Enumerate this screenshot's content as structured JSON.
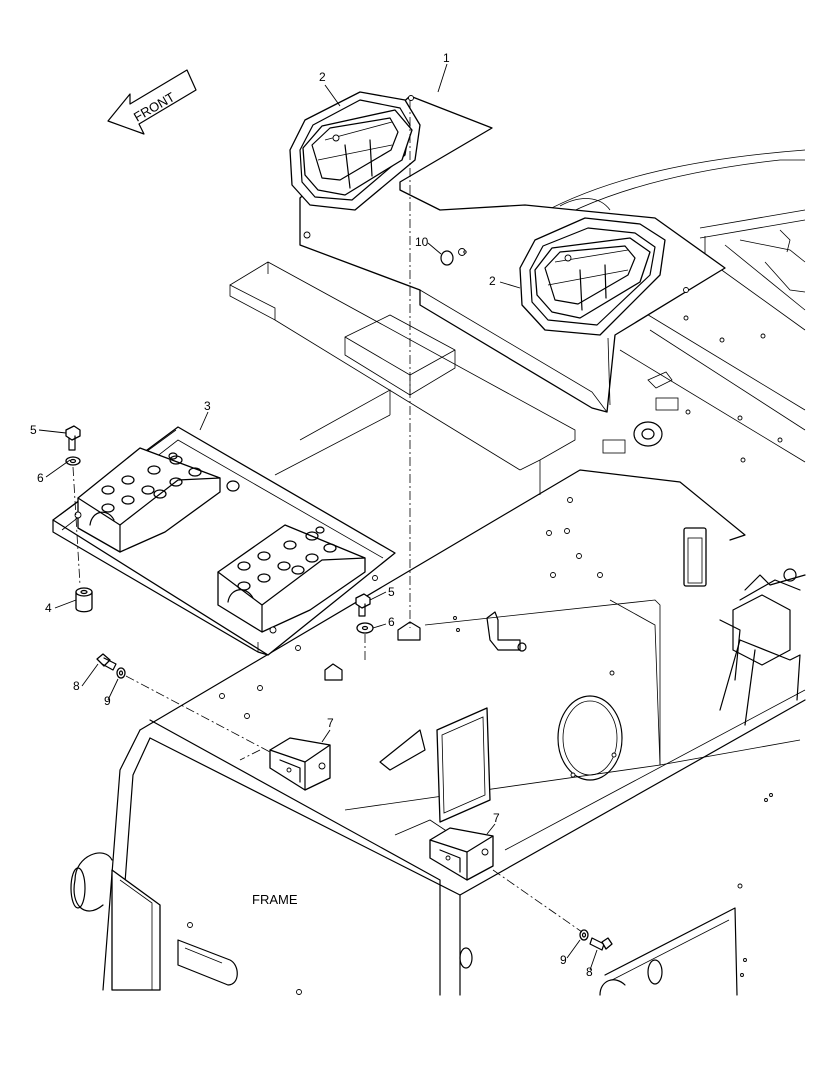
{
  "direction_arrow": {
    "label": "FRONT"
  },
  "frame_label": "FRAME",
  "callouts": {
    "c1": "1",
    "c2a": "2",
    "c2b": "2",
    "c3": "3",
    "c4": "4",
    "c5a": "5",
    "c5b": "5",
    "c6a": "6",
    "c6b": "6",
    "c7a": "7",
    "c7b": "7",
    "c8a": "8",
    "c8b": "8",
    "c9a": "9",
    "c9b": "9",
    "c10": "10"
  }
}
